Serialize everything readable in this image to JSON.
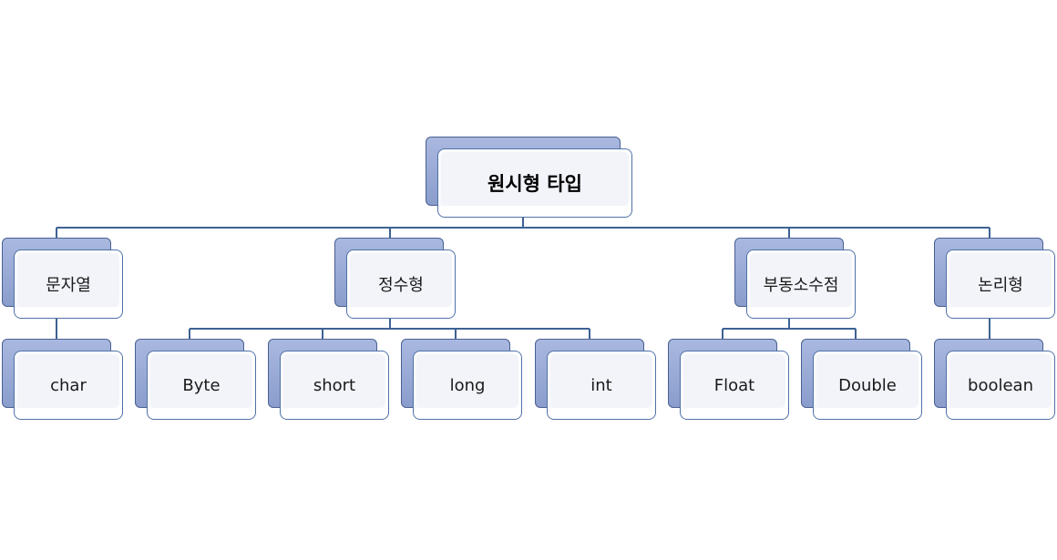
{
  "diagram": {
    "root": "원시형 타입",
    "categories": [
      {
        "label": "문자열",
        "types": [
          "char"
        ]
      },
      {
        "label": "정수형",
        "types": [
          "Byte",
          "short",
          "long",
          "int"
        ]
      },
      {
        "label": "부동소수점",
        "types": [
          "Float",
          "Double"
        ]
      },
      {
        "label": "논리형",
        "types": [
          "boolean"
        ]
      }
    ]
  }
}
